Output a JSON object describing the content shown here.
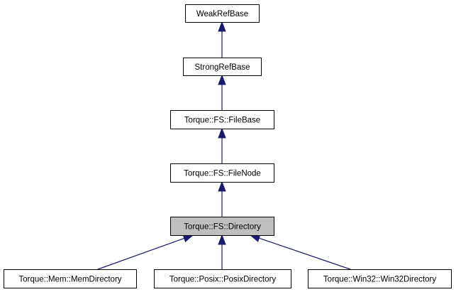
{
  "diagram": {
    "type": "class-inheritance-graph",
    "colors": {
      "node_fill": "#ffffff",
      "highlight_fill": "#bfbfbf",
      "border": "#000000",
      "edge": "#191970"
    },
    "nodes": [
      {
        "id": "weakrefbase",
        "label": "WeakRefBase",
        "highlighted": false
      },
      {
        "id": "strongrefbase",
        "label": "StrongRefBase",
        "highlighted": false
      },
      {
        "id": "filebase",
        "label": "Torque::FS::FileBase",
        "highlighted": false
      },
      {
        "id": "filenode",
        "label": "Torque::FS::FileNode",
        "highlighted": false
      },
      {
        "id": "directory",
        "label": "Torque::FS::Directory",
        "highlighted": true
      },
      {
        "id": "memdirectory",
        "label": "Torque::Mem::MemDirectory",
        "highlighted": false
      },
      {
        "id": "posixdirectory",
        "label": "Torque::Posix::PosixDirectory",
        "highlighted": false
      },
      {
        "id": "win32directory",
        "label": "Torque::Win32::Win32Directory",
        "highlighted": false
      }
    ],
    "edges": [
      {
        "from": "strongrefbase",
        "to": "weakrefbase",
        "relation": "inherits"
      },
      {
        "from": "filebase",
        "to": "strongrefbase",
        "relation": "inherits"
      },
      {
        "from": "filenode",
        "to": "filebase",
        "relation": "inherits"
      },
      {
        "from": "directory",
        "to": "filenode",
        "relation": "inherits"
      },
      {
        "from": "memdirectory",
        "to": "directory",
        "relation": "inherits"
      },
      {
        "from": "posixdirectory",
        "to": "directory",
        "relation": "inherits"
      },
      {
        "from": "win32directory",
        "to": "directory",
        "relation": "inherits"
      }
    ]
  }
}
